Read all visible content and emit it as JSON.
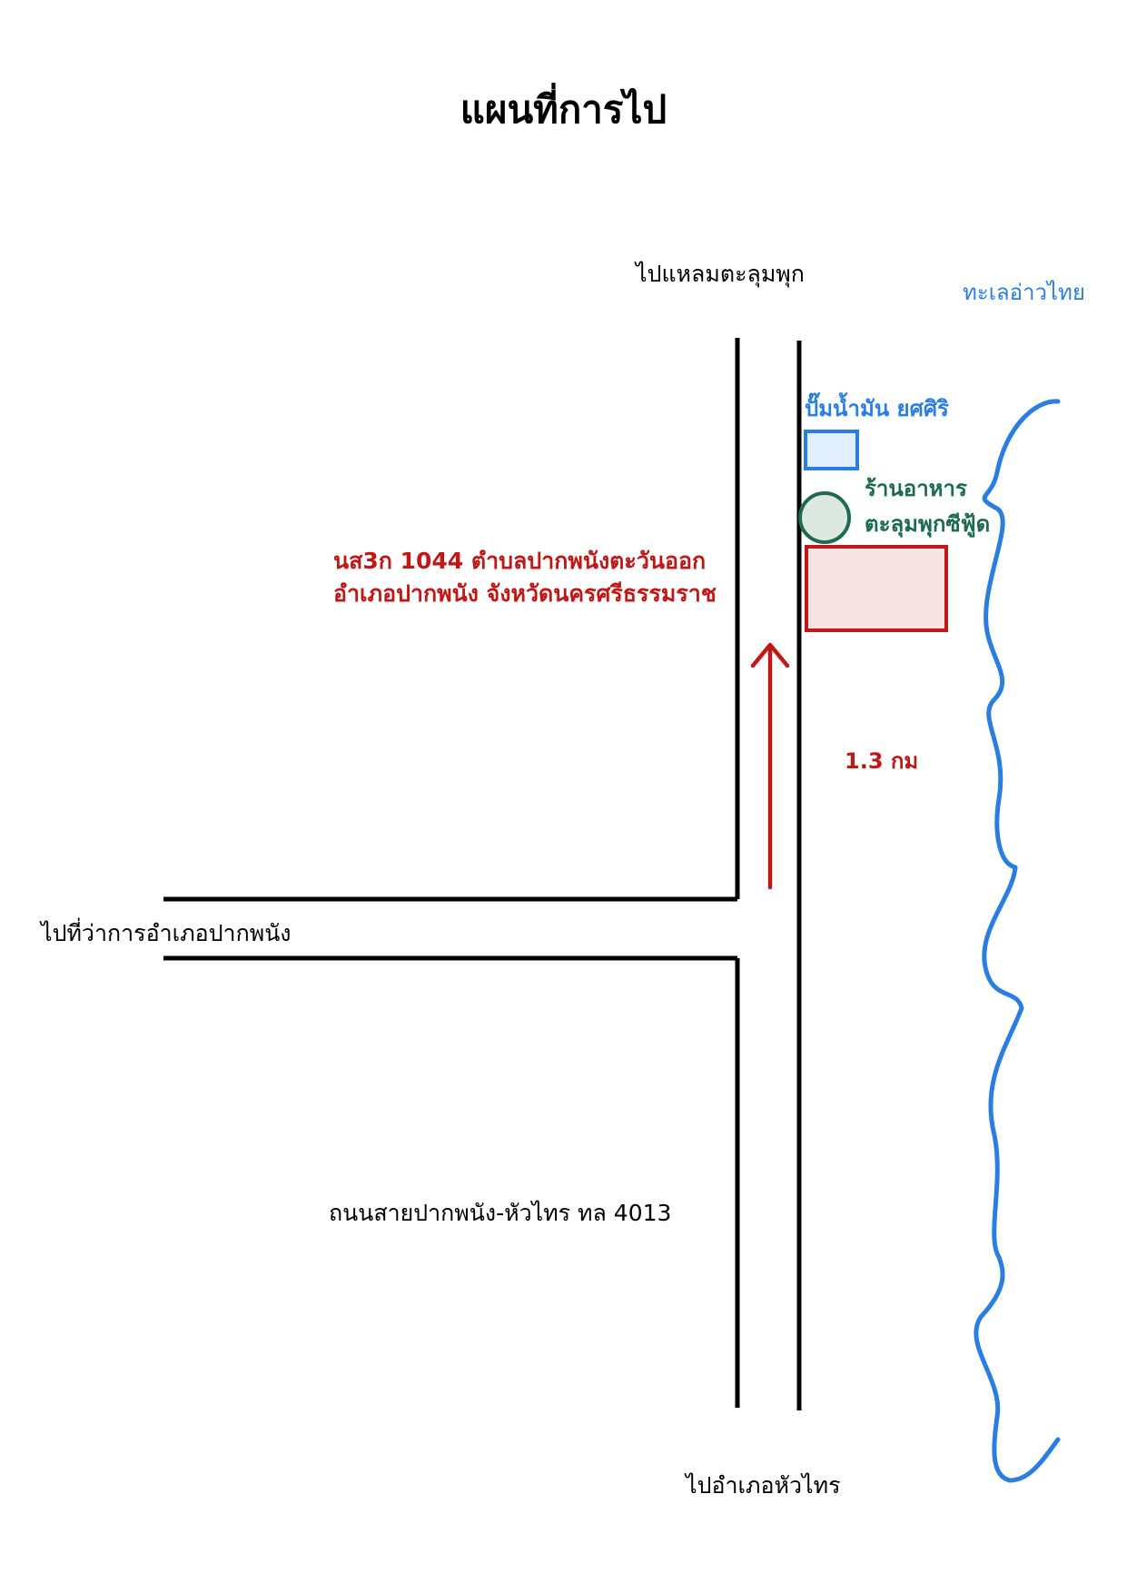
{
  "title": "แผนที่การไป",
  "labels": {
    "north_direction": "ไปแหลมตะลุมพุก",
    "sea": "ทะเลอ่าวไทย",
    "gas_station": "ปั๊มน้ำมัน ยศศิริ",
    "restaurant_line1": "ร้านอาหาร",
    "restaurant_line2": "ตะลุมพุกซีฟู้ด",
    "address_line1": "นส3ก 1044 ตำบลปากพนังตะวันออก",
    "address_line2": "อำเภอปากพนัง จังหวัดนครศรีธรรมราช",
    "distance": "1.3 กม",
    "west_direction": "ไปที่ว่าการอำเภอปากพนัง",
    "road_name": "ถนนสายปากพนัง-หัวไทร ทล 4013",
    "south_direction": "ไปอำเภอหัวไทร"
  },
  "colors": {
    "road": "#000000",
    "sea": "#2a7de1",
    "gas_station_fill": "#e3effc",
    "gas_station_stroke": "#2a7de1",
    "restaurant_fill": "#dde8e3",
    "restaurant_stroke": "#1c6b4c",
    "property_fill": "#f8e3e3",
    "property_stroke": "#c01717",
    "arrow": "#c01717"
  }
}
